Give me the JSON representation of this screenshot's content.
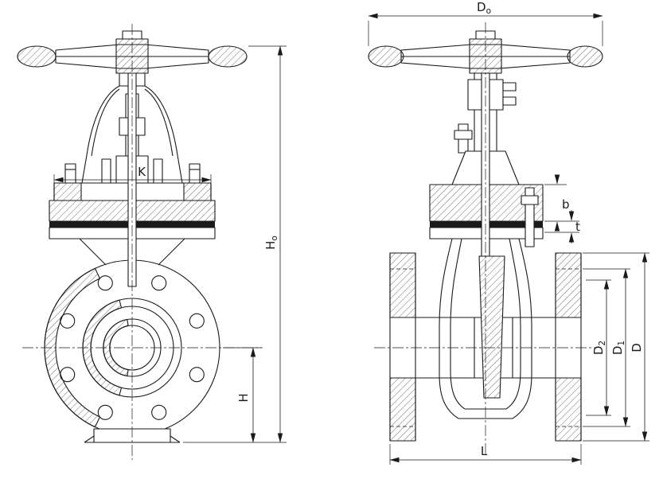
{
  "drawing": {
    "line_color": "#1a1a1a",
    "background": "#ffffff",
    "labels": {
      "K": {
        "main": "K",
        "sub": ""
      },
      "Ho": {
        "main": "H",
        "sub": "o"
      },
      "H": {
        "main": "H",
        "sub": ""
      },
      "Do": {
        "main": "D",
        "sub": "o"
      },
      "b": {
        "main": "b",
        "sub": ""
      },
      "t": {
        "main": "t",
        "sub": ""
      },
      "D2": {
        "main": "D",
        "sub": "2"
      },
      "D1": {
        "main": "D",
        "sub": "1"
      },
      "D": {
        "main": "D",
        "sub": ""
      },
      "L": {
        "main": "L",
        "sub": ""
      }
    }
  }
}
